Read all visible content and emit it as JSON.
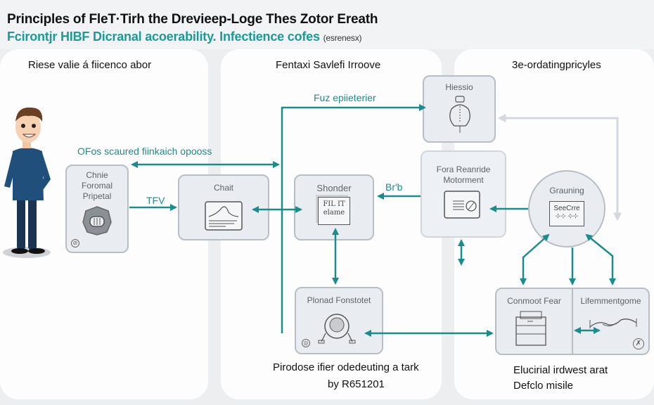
{
  "header": {
    "title": "Principles of FleT·Tirh the Drevieep-Loge Thes Zotor Ereath",
    "subtitle": "Fcirontjr HIBF Dicranal acoerability. Infectience cofes",
    "subtitle_note": "(esrenesx)"
  },
  "colors": {
    "accent": "#1b8c8c",
    "node_fill": "#e9edf1",
    "node_border": "#b9bec4",
    "panel_bg": "#fdfdfd",
    "page_bg": "#eceef0"
  },
  "panels": [
    {
      "title": "Riese valie á fiicenco abor"
    },
    {
      "title": "Fentaxi Savlefi Irroove"
    },
    {
      "title": "3e-ordatingpricyles"
    }
  ],
  "nodes": {
    "chnie": {
      "label": "Chnie Foromal Pripetal",
      "icon": "gear-shield-icon"
    },
    "chart": {
      "label": "Chait",
      "icon": "chart-document-icon"
    },
    "shonder": {
      "label": "Shonder",
      "icon": "book-icon",
      "icon_text": "FIL IT elame"
    },
    "riessio": {
      "label": "Hiessio",
      "icon": "lightbulb-brain-icon"
    },
    "fora": {
      "label": "Fora Reanride Motorment",
      "icon": "document-edit-icon"
    },
    "grauning": {
      "label": "Grauning",
      "icon": "screen-icon",
      "icon_text": "SeeCrre"
    },
    "plonad": {
      "label": "Plonad Fonstotet",
      "icon": "robot-icon"
    },
    "conmoot": {
      "label": "Conmoot Fear",
      "icon": "server-icon"
    },
    "lifemmentgome": {
      "label": "Lifemmentgome",
      "icon": "handshake-icon"
    }
  },
  "edge_labels": {
    "top_arrow": "Fuz epiieterier",
    "ofos": "OFos scaured fiinkaich opooss",
    "tfv": "TFV",
    "brb": "Br'b"
  },
  "captions": {
    "plonad": [
      "Pirodose ifier odedeuting a tark",
      "by R651201"
    ],
    "elucirial": [
      "Elucirial irdwest arat",
      "Defclo misile"
    ]
  }
}
